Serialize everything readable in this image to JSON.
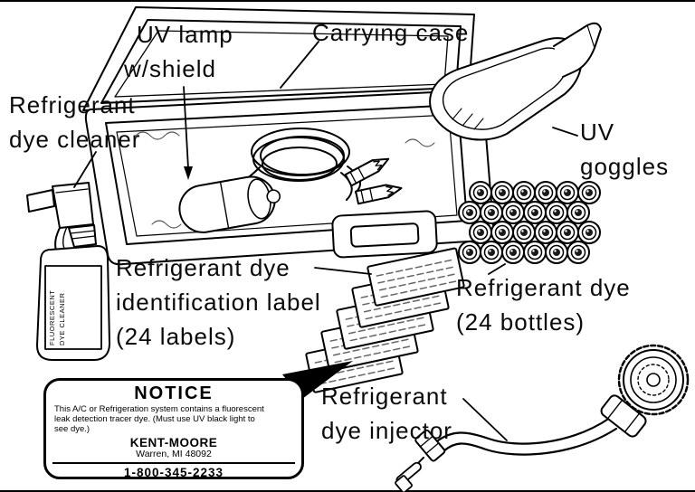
{
  "diagram": {
    "labels": {
      "uv_lamp": {
        "line1": "UV lamp",
        "line2": "w/shield"
      },
      "carrying_case": "Carrying case",
      "dye_cleaner": {
        "line1": "Refrigerant",
        "line2": "dye cleaner"
      },
      "uv_goggles": {
        "line1": "UV",
        "line2": "goggles"
      },
      "id_label": {
        "line1": "Refrigerant dye",
        "line2": "identification label",
        "line3": "(24 labels)"
      },
      "dye_bottles": {
        "line1": "Refrigerant dye",
        "line2": "(24 bottles)"
      },
      "dye_injector": {
        "line1": "Refrigerant",
        "line2": "dye injector"
      }
    },
    "cleaner_bottle": {
      "label_line1": "FLUORESCENT",
      "label_line2": "DYE CLEANER"
    },
    "notice": {
      "title": "NOTICE",
      "body_line1": "This A/C or Refrigeration system contains a fluorescent",
      "body_line2": "leak detection tracer dye. (Must use UV black light to",
      "body_line3": "see dye.)",
      "brand": "KENT-MOORE",
      "address": "Warren, MI 48092",
      "phone": "1-800-345-2233"
    }
  }
}
